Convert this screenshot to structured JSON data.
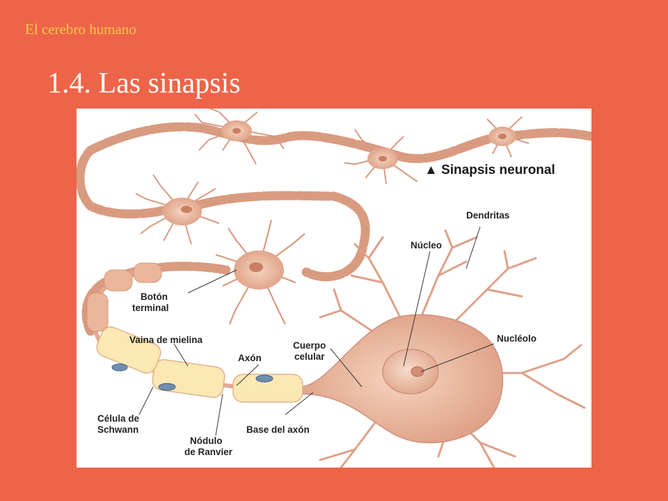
{
  "header": {
    "course": "El cerebro humano"
  },
  "slide": {
    "title": "1.4. Las sinapsis"
  },
  "figure": {
    "caption": "Sinapsis neuronal",
    "labels": {
      "dendritas": "Dendritas",
      "nucleo": "Núcleo",
      "boton_line1": "Botón",
      "boton_line2": "terminal",
      "vaina": "Vaina de mielina",
      "axon": "Axón",
      "cuerpo_line1": "Cuerpo",
      "cuerpo_line2": "celular",
      "nucleolo": "Nucléolo",
      "celula_line1": "Célula de",
      "celula_line2": "Schwann",
      "nodulo_line1": "Nódulo",
      "nodulo_line2": "de Ranvier",
      "base": "Base del axón"
    },
    "colors": {
      "background": "#ee6448",
      "header_text": "#f6c74a",
      "neuron": "#e8b39a",
      "myelin_sheath": "#fbe8b3",
      "schwann_nucleus": "#6f8fb0"
    }
  }
}
